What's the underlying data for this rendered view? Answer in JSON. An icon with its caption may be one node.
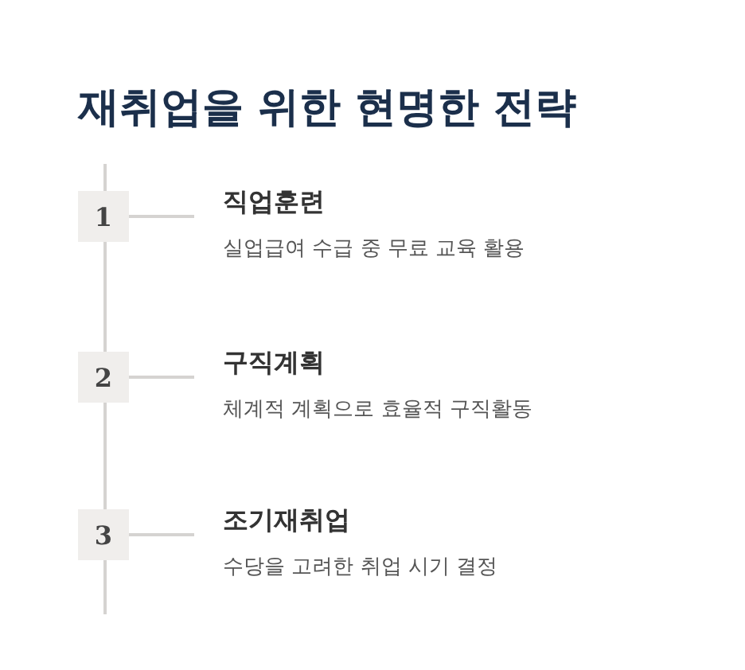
{
  "diagram": {
    "title": "재취업을 위한 현명한 전략",
    "nodes": [
      {
        "text": [
          "1"
        ]
      },
      {
        "text": [
          "직업훈련",
          "실업급여 수급 중 무료 교육 활용"
        ]
      },
      {
        "text": [
          "2"
        ]
      },
      {
        "text": [
          "구직계획",
          "체계적 계획으로 효율적 구직활동"
        ]
      },
      {
        "text": [
          "3"
        ]
      },
      {
        "text": [
          "조기재취업",
          "수당을 고려한 취업 시기 결정"
        ]
      }
    ],
    "edges": [
      {
        "from": 0,
        "to": 1,
        "arrow": "none"
      },
      {
        "from": 2,
        "to": 3,
        "arrow": "none"
      },
      {
        "from": 4,
        "to": 5,
        "arrow": "none"
      }
    ]
  }
}
